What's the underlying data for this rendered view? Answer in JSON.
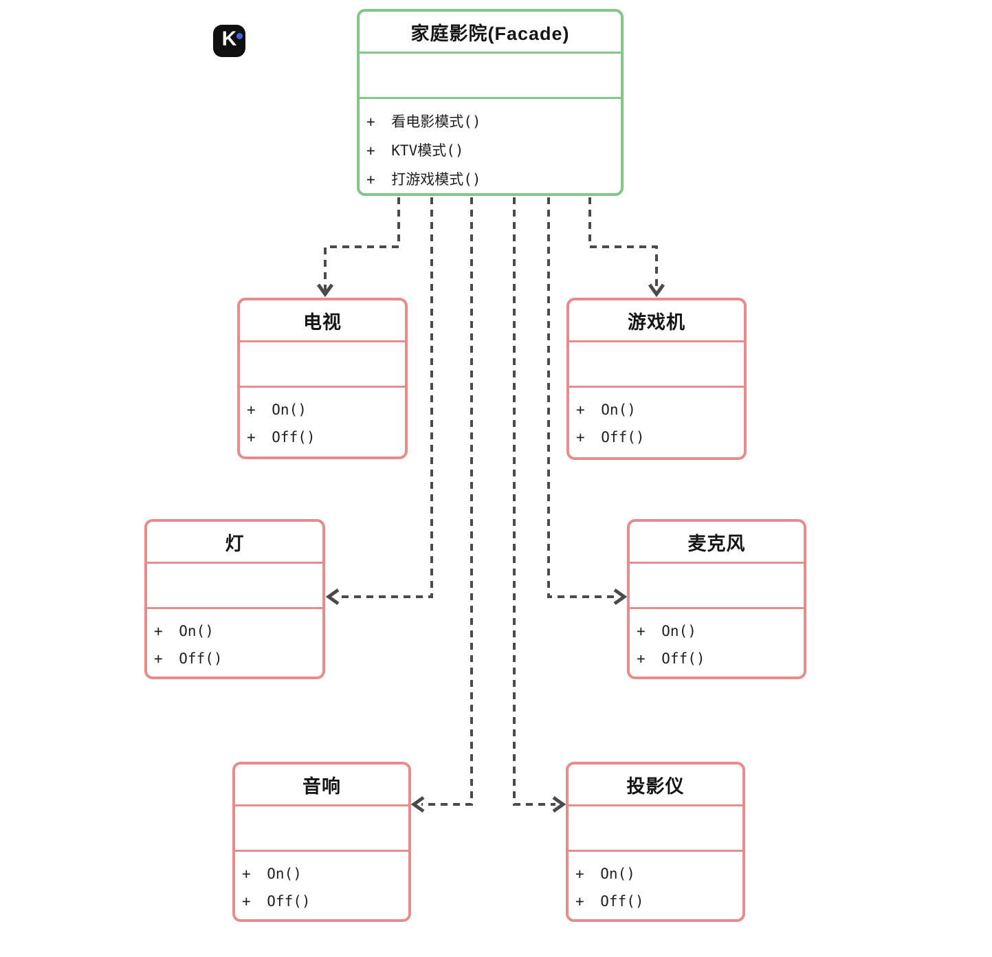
{
  "logo": {
    "letter": "K"
  },
  "colors": {
    "facade_border": "#82C786",
    "device_border": "#E88B8B",
    "connector": "#4A4A4A",
    "logo_background": "#0F0F0F",
    "logo_dot": "#3A66E8"
  },
  "classes": {
    "facade": {
      "name": "家庭影院(Facade)",
      "attributes": [],
      "methods": [
        "+ 看电影模式()",
        "+ KTV模式()",
        "+ 打游戏模式()"
      ]
    },
    "tv": {
      "name": "电视",
      "attributes": [],
      "methods": [
        "+ On()",
        "+ Off()"
      ]
    },
    "game_console": {
      "name": "游戏机",
      "attributes": [],
      "methods": [
        "+ On()",
        "+ Off()"
      ]
    },
    "light": {
      "name": "灯",
      "attributes": [],
      "methods": [
        "+ On()",
        "+ Off()"
      ]
    },
    "microphone": {
      "name": "麦克风",
      "attributes": [],
      "methods": [
        "+ On()",
        "+ Off()"
      ]
    },
    "speaker": {
      "name": "音响",
      "attributes": [],
      "methods": [
        "+ On()",
        "+ Off()"
      ]
    },
    "projector": {
      "name": "投影仪",
      "attributes": [],
      "methods": [
        "+ On()",
        "+ Off()"
      ]
    }
  },
  "relations": [
    {
      "from": "家庭影院(Facade)",
      "to": "电视",
      "type": "dashed-dependency"
    },
    {
      "from": "家庭影院(Facade)",
      "to": "游戏机",
      "type": "dashed-dependency"
    },
    {
      "from": "家庭影院(Facade)",
      "to": "灯",
      "type": "dashed-dependency"
    },
    {
      "from": "家庭影院(Facade)",
      "to": "麦克风",
      "type": "dashed-dependency"
    },
    {
      "from": "家庭影院(Facade)",
      "to": "音响",
      "type": "dashed-dependency"
    },
    {
      "from": "家庭影院(Facade)",
      "to": "投影仪",
      "type": "dashed-dependency"
    }
  ]
}
